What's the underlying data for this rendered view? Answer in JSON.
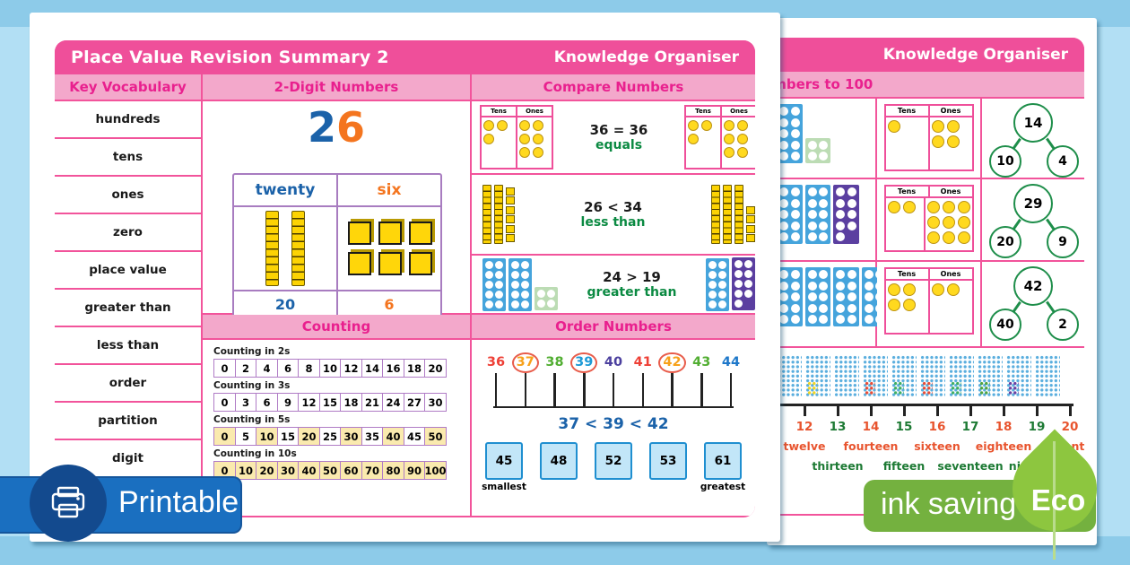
{
  "colors": {
    "header_pink": "#ef4f9a",
    "band_pink": "#f3a8cb",
    "card_pink": "#f9c6dc",
    "magenta": "#e9208e",
    "blue": "#1b62a9",
    "orange": "#f4751f",
    "green": "#0b8a42",
    "purple_border": "#a87cc0",
    "cell_yellow": "#faeaae",
    "counter_yellow": "#ffd91f",
    "box_border": "#1f8fd0",
    "box_fill": "#c2e6f8",
    "frame_blue": "#45a4dc",
    "frame_green": "#bcdcb4",
    "frame_purple": "#5b3fa0",
    "printable_bar": "#1a6fc0",
    "printable_circle": "#134a8e",
    "eco_bar": "#74b13f",
    "eco_leaf": "#8dc63f",
    "background": "#b2dff4"
  },
  "badges": {
    "printable_label": "Printable",
    "ink_saving_label": "ink saving",
    "eco_label": "Eco"
  },
  "front_page": {
    "title": "Place Value Revision Summary 2",
    "subtitle": "Knowledge Organiser",
    "vocabulary": {
      "header": "Key Vocabulary",
      "words": [
        "hundreds",
        "tens",
        "ones",
        "zero",
        "place value",
        "greater than",
        "less than",
        "order",
        "partition",
        "digit"
      ]
    },
    "two_digit": {
      "header": "2-Digit Numbers",
      "tens_digit": "2",
      "ones_digit": "6",
      "tens_word": "twenty",
      "ones_word": "six",
      "tens_value": "20",
      "ones_value": "6",
      "rods": 2,
      "cubes": 6
    },
    "compare": {
      "header": "Compare Numbers",
      "tens_label": "Tens",
      "ones_label": "Ones",
      "rows": [
        {
          "statement": "36 = 36",
          "label": "equals",
          "left": {
            "tens": 3,
            "ones": 6
          },
          "right": {
            "tens": 3,
            "ones": 6
          }
        },
        {
          "statement": "26 < 34",
          "label": "less than",
          "left": {
            "rods": 2,
            "units": 6
          },
          "right": {
            "rods": 3,
            "units": 4
          }
        },
        {
          "statement": "24 > 19",
          "label": "greater than"
        }
      ],
      "grids": {
        "left": [
          {
            "color": "blue",
            "count": 10
          },
          {
            "color": "blue",
            "count": 10
          },
          {
            "color": "green",
            "count": 4
          }
        ],
        "right": [
          {
            "color": "blue",
            "count": 10
          },
          {
            "color": "purple",
            "count": 9
          }
        ]
      }
    },
    "counting": {
      "header": "Counting",
      "groups": [
        {
          "label": "Counting in 2s",
          "highlight": "none",
          "cells": [
            "0",
            "2",
            "4",
            "6",
            "8",
            "10",
            "12",
            "14",
            "16",
            "18",
            "20"
          ]
        },
        {
          "label": "Counting in 3s",
          "highlight": "none",
          "cells": [
            "0",
            "3",
            "6",
            "9",
            "12",
            "15",
            "18",
            "21",
            "24",
            "27",
            "30"
          ]
        },
        {
          "label": "Counting in 5s",
          "highlight": "alternate",
          "cells": [
            "0",
            "5",
            "10",
            "15",
            "20",
            "25",
            "30",
            "35",
            "40",
            "45",
            "50"
          ]
        },
        {
          "label": "Counting in 10s",
          "highlight": "all",
          "cells": [
            "0",
            "10",
            "20",
            "30",
            "40",
            "50",
            "60",
            "70",
            "80",
            "90",
            "100"
          ]
        }
      ]
    },
    "order": {
      "header": "Order Numbers",
      "numberline": [
        {
          "value": "36",
          "color": "#ee4036",
          "circled": false
        },
        {
          "value": "37",
          "color": "#f7a11a",
          "circled": true
        },
        {
          "value": "38",
          "color": "#52ae32",
          "circled": false
        },
        {
          "value": "39",
          "color": "#1d9ad6",
          "circled": true
        },
        {
          "value": "40",
          "color": "#4b3f9e",
          "circled": false
        },
        {
          "value": "41",
          "color": "#ee4036",
          "circled": false
        },
        {
          "value": "42",
          "color": "#f7a11a",
          "circled": true
        },
        {
          "value": "43",
          "color": "#52ae32",
          "circled": false
        },
        {
          "value": "44",
          "color": "#1d77c9",
          "circled": false
        }
      ],
      "comparison": "37 < 39 < 42",
      "boxes": [
        "45",
        "48",
        "52",
        "53",
        "61"
      ],
      "smallest_label": "smallest",
      "greatest_label": "greatest"
    }
  },
  "back_page": {
    "subtitle": "Knowledge Organiser",
    "section_title": "Numbers to 100",
    "tens_label": "Tens",
    "ones_label": "Ones",
    "rows": [
      {
        "whole": "14",
        "tens_part": "10",
        "ones_part": "4",
        "tens": 1,
        "ones": 4
      },
      {
        "whole": "29",
        "tens_part": "20",
        "ones_part": "9",
        "tens": 2,
        "ones": 9
      },
      {
        "whole": "42",
        "tens_part": "40",
        "ones_part": "2",
        "tens": 4,
        "ones": 2
      }
    ],
    "frames_rows": [
      [
        {
          "color": "blue",
          "count": 10
        },
        {
          "color": "green",
          "count": 4
        }
      ],
      [
        {
          "color": "blue",
          "count": 10
        },
        {
          "color": "blue",
          "count": 10
        },
        {
          "color": "purple",
          "count": 9
        }
      ],
      [
        {
          "color": "blue",
          "count": 10
        },
        {
          "color": "blue",
          "count": 10
        },
        {
          "color": "blue",
          "count": 10
        },
        {
          "color": "blue",
          "count": 10
        },
        {
          "color": "outline",
          "count": 2
        }
      ]
    ],
    "numberline": {
      "numbers": [
        "12",
        "13",
        "14",
        "15",
        "16",
        "17",
        "18",
        "19",
        "20"
      ],
      "red": "#e8542e",
      "green": "#1d7a34",
      "words_top": [
        "twelve",
        "fourteen",
        "sixteen",
        "eighteen",
        "twenty"
      ],
      "words_bottom": [
        "thirteen",
        "fifteen",
        "seventeen",
        "nineteen"
      ]
    },
    "grid_accents": [
      "none",
      "#f2d522",
      "none",
      "#e84b35",
      "#3fae62",
      "#e84b35",
      "#3fae62",
      "#4da23f",
      "#6a3fa0",
      "none"
    ]
  }
}
